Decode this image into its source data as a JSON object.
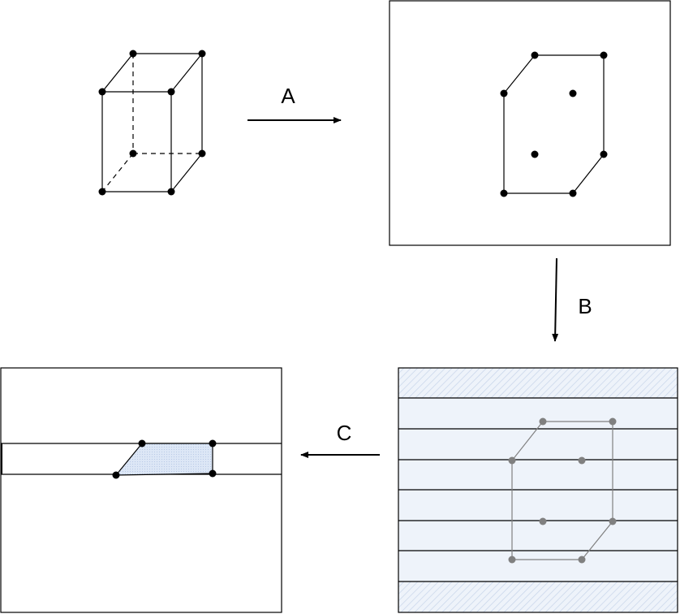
{
  "steps": {
    "a": {
      "label": "A"
    },
    "b": {
      "label": "B"
    },
    "c": {
      "label": "C"
    }
  },
  "colors": {
    "stroke": "#000000",
    "vertex": "#000000",
    "gray_vertex": "#808080",
    "slab_fill": "#eef3fa",
    "cross_section_fill": "#d9e4f5"
  }
}
